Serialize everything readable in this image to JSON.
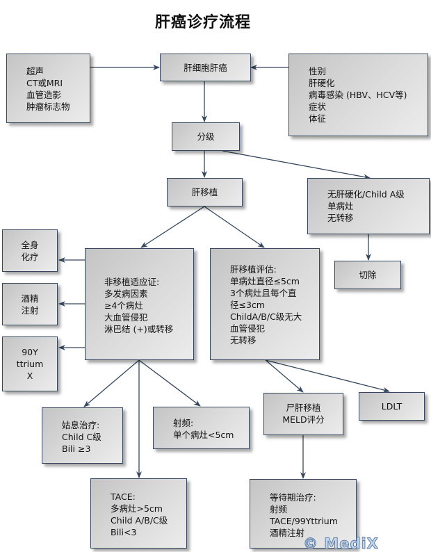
{
  "title": "肝癌诊疗流程",
  "nodes": {
    "diagnostics": "超声\nCT或MRI\n血管造影\n肿瘤标志物",
    "hcc": "肝细胞肝癌",
    "risk_factors": "性别\n肝硬化\n病毒感染 (HBV、HCV等)\n症状\n体征",
    "grading": "分级",
    "transplant": "肝移植",
    "resection_criteria": "无肝硬化/Child A级\n单病灶\n无转移",
    "resection": "切除",
    "systemic_chemo": "全身\n化疗",
    "ethanol_injection": "酒精\n注射",
    "yttrium": "90Y\nttrium\nX",
    "non_transplant": "非移植适应证:\n多发病因素\n≥4个病灶\n大血管侵犯\n淋巴结 (+)或转移",
    "transplant_eval": "肝移植评估:\n单病灶直径≤5cm\n3个病灶且每个直\n径≤3cm\nChildA/B/C级无大\n血管侵犯\n无转移",
    "palliative": "姑息治疗:\nChild C级\nBili ≥3",
    "rfa": "射频:\n单个病灶<5cm",
    "tace": "TACE:\n多病灶>5cm\nChild A/B/C级\nBili<3",
    "cadaveric": "尸肝移植\nMELD评分",
    "ldlt": "LDLT",
    "waiting": "等待期治疗:\n射频\nTACE/99Yttrium\n酒精注射"
  },
  "watermark": "© MediX",
  "colors": {
    "border": "#34475e",
    "arrow": "#34475e",
    "watermark": "#5f80aa"
  }
}
